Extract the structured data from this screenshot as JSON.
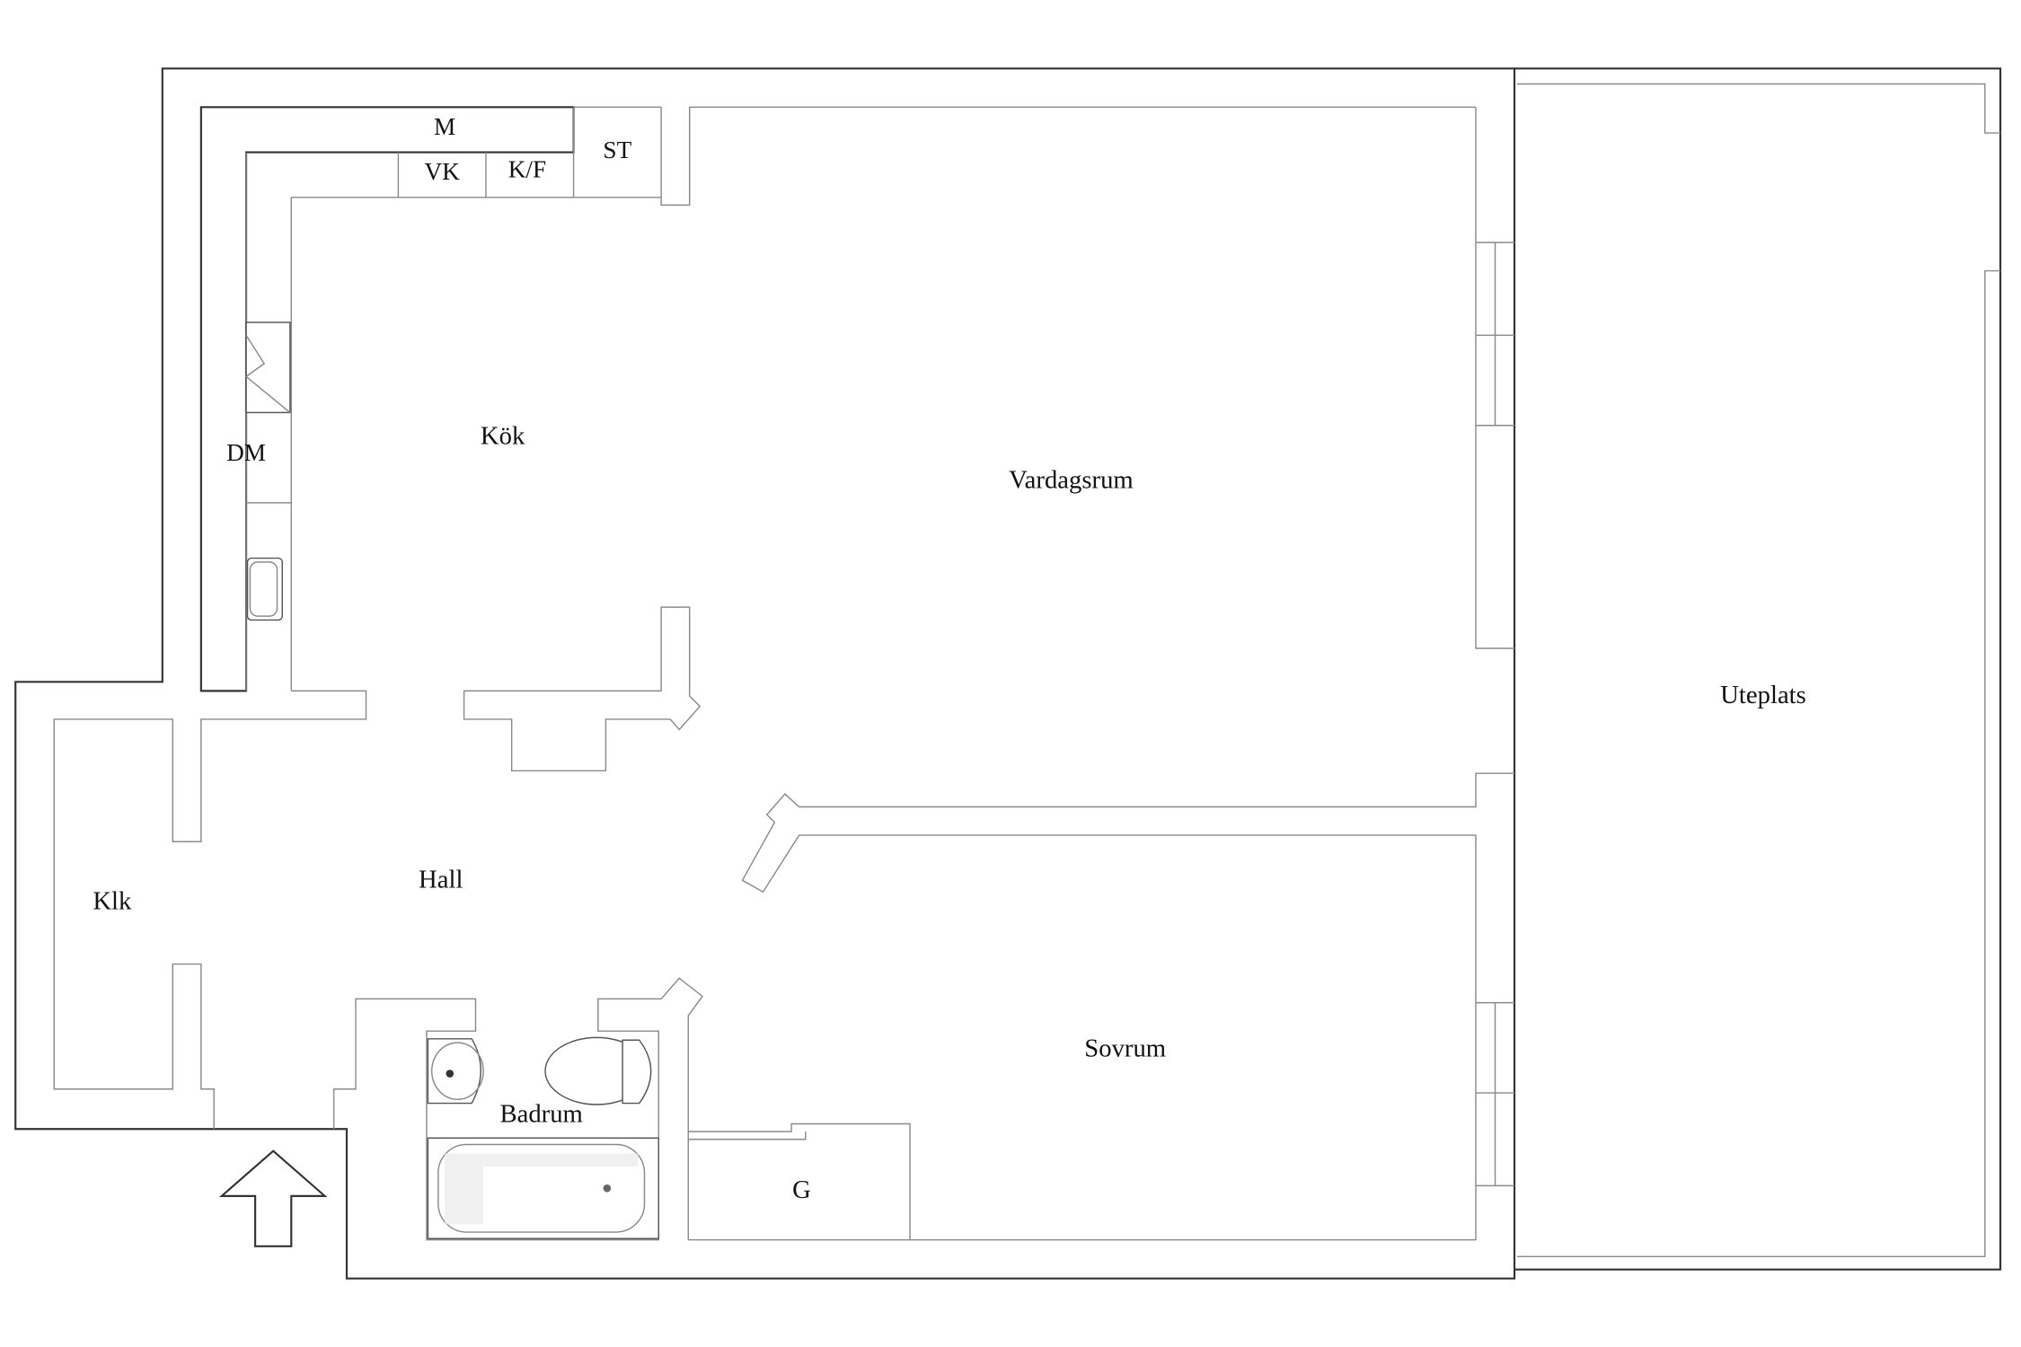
{
  "floorplan": {
    "rooms": [
      {
        "id": "kok",
        "label": "Kök"
      },
      {
        "id": "vardagsrum",
        "label": "Vardagsrum"
      },
      {
        "id": "uteplats",
        "label": "Uteplats"
      },
      {
        "id": "hall",
        "label": "Hall"
      },
      {
        "id": "klk",
        "label": "Klk"
      },
      {
        "id": "badrum",
        "label": "Badrum"
      },
      {
        "id": "sovrum",
        "label": "Sovrum"
      },
      {
        "id": "g",
        "label": "G"
      }
    ],
    "fixtures": [
      {
        "id": "m",
        "label": "M"
      },
      {
        "id": "vk",
        "label": "VK"
      },
      {
        "id": "kf",
        "label": "K/F"
      },
      {
        "id": "st",
        "label": "ST"
      },
      {
        "id": "dm",
        "label": "DM"
      }
    ],
    "entrance_arrow": "up-arrow",
    "colors": {
      "wall": "#555555",
      "background": "#ffffff",
      "text": "#111111"
    }
  }
}
